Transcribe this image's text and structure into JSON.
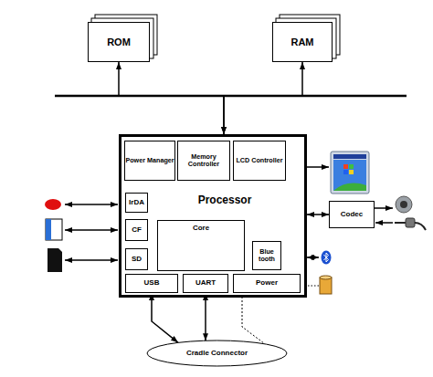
{
  "diagram": {
    "nodes": [
      {
        "text": [
          "ROM"
        ]
      },
      {
        "text": [
          "RAM"
        ]
      },
      {
        "text": [
          "Processor"
        ]
      },
      {
        "text": [
          "Power Manager"
        ],
        "in": 2
      },
      {
        "text": [
          "Memory Controller"
        ],
        "in": 2
      },
      {
        "text": [
          "LCD Controller"
        ],
        "in": 2
      },
      {
        "text": [
          "IrDA"
        ],
        "in": 2
      },
      {
        "text": [
          "CF"
        ],
        "in": 2
      },
      {
        "text": [
          "SD"
        ],
        "in": 2
      },
      {
        "text": [
          "Core"
        ],
        "in": 2
      },
      {
        "text": [
          "Blue tooth"
        ],
        "in": 2
      },
      {
        "text": [
          "USB"
        ],
        "in": 2
      },
      {
        "text": [
          "UART"
        ],
        "in": 2
      },
      {
        "text": [
          "Power"
        ],
        "in": 2
      },
      {
        "text": [
          "Codec"
        ]
      },
      {
        "text": [
          "Cradle Connector"
        ]
      }
    ],
    "edges": [
      {
        "from": 0,
        "to": 2,
        "arrow": "both"
      },
      {
        "from": 1,
        "to": 2,
        "arrow": "both"
      },
      {
        "from": 2,
        "to": 14,
        "arrow": "both"
      },
      {
        "from": 11,
        "to": 15,
        "arrow": "both"
      },
      {
        "from": 12,
        "to": 15,
        "arrow": "both"
      },
      {
        "from": 13,
        "to": 15,
        "arrow": "none"
      }
    ]
  }
}
